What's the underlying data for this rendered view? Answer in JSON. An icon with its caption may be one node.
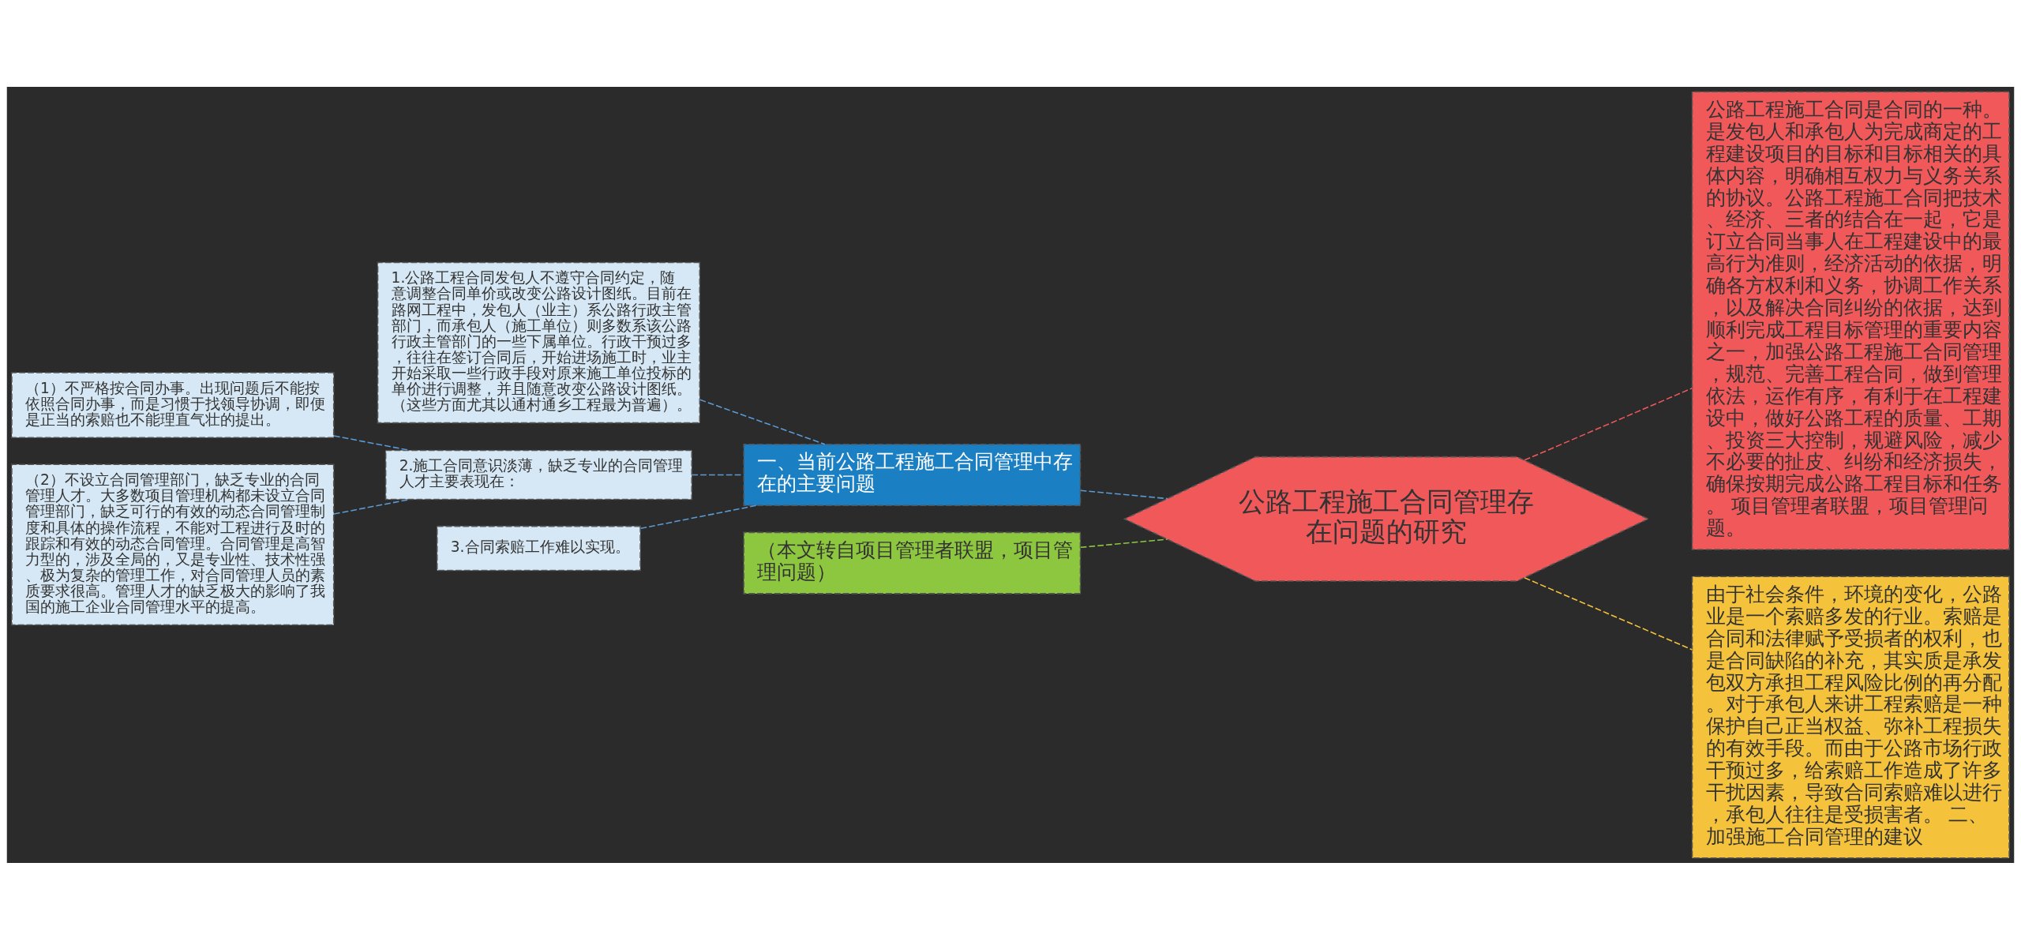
{
  "diagram": {
    "nodes": [
      {
        "text": [
          "公路工程施工合同管理存在问题的研究"
        ]
      },
      {
        "text": [
          "公路工程施工合同是合同的一种。是发包人和承包人为完成商定的工程建设项目的目标和目标相关的具体内容，明确相互权力与义务关系的协议。公路工程施工合同把技术、经济、三者的结合在一起，它是订立合同当事人在工程建设中的最高行为准则，经济活动的依据，明确各方权利和义务，协调工作关系，以及解决合同纠纷的依据，达到顺利完成工程目标管理的重要内容之一，加强公路工程施工合同管理，规范、完善工程合同，做到管理依法，运作有序，有利于在工程建设中，做好公路工程的质量、工期、投资三大控制，规避风险，减少不必要的扯皮、纠纷和经济损失，确保按期完成公路工程目标和任务。 项目管理者联盟，项目管理问题。"
        ]
      },
      {
        "text": [
          "由于社会条件，环境的变化，公路业是一个索赔多发的行业。索赔是合同和法律赋予受损者的权利，也是合同缺陷的补充，其实质是承发包双方承担工程风险比例的再分配。对于承包人来讲工程索赔是一种保护自己正当权益、弥补工程损失的有效手段。而由于公路市场行政干预过多，给索赔工作造成了许多干扰因素，导致合同索赔难以进行，承包人往往是受损害者。 二、加强施工合同管理的建议"
        ]
      },
      {
        "text": [
          "一、当前公路工程施工合同管理中存在的主要问题"
        ]
      },
      {
        "text": [
          "（本文转自项目管理者联盟，项目管理问题）"
        ]
      },
      {
        "text": [
          "1.公路工程合同发包人不遵守合同约定，随意调整合同单价或改变公路设计图纸。目前在路网工程中，发包人（业主）系公路行政主管部门，而承包人（施工单位）则多数系该公路行政主管部门的一些下属单位。行政干预过多，往往在签订合同后，开始进场施工时，业主开始采取一些行政手段对原来施工单位投标的单价进行调整，并且随意改变公路设计图纸。（这些方面尤其以通村通乡工程最为普遍）。"
        ]
      },
      {
        "text": [
          "2.施工合同意识淡薄，缺乏专业的合同管理人才主要表现在："
        ]
      },
      {
        "text": [
          "（1）不严格按合同办事。出现问题后不能按依照合同办事，而是习惯于找领导协调，即便是正当的索赔也不能理直气壮的提出。"
        ]
      },
      {
        "text": [
          "（2）不设立合同管理部门，缺乏专业的合同管理人才。大多数项目管理机构都未设立合同管理部门，缺乏可行的有效的动态合同管理制度和具体的操作流程，不能对工程进行及时的跟踪和有效的动态合同管理。合同管理是高智力型的，涉及全局的，又是专业性、技术性强、极为复杂的管理工作，对合同管理人员的素质要求很高。管理人才的缺乏极大的影响了我国的施工企业合同管理水平的提高。"
        ]
      },
      {
        "text": [
          "3.合同索赔工作难以实现。"
        ]
      }
    ],
    "edges": [
      {
        "from": 0,
        "to": 1,
        "arrow": "none",
        "style": "dashed",
        "color": "#f0585a"
      },
      {
        "from": 0,
        "to": 2,
        "arrow": "none",
        "style": "dashed",
        "color": "#f5c33b"
      },
      {
        "from": 0,
        "to": 3,
        "arrow": "none",
        "style": "dashed"
      },
      {
        "from": 0,
        "to": 4,
        "arrow": "none",
        "style": "dashed",
        "color": "#8dc63f"
      },
      {
        "from": 3,
        "to": 5,
        "arrow": "none",
        "style": "dashed"
      },
      {
        "from": 3,
        "to": 6,
        "arrow": "none",
        "style": "dashed"
      },
      {
        "from": 3,
        "to": 9,
        "arrow": "none",
        "style": "dashed"
      },
      {
        "from": 6,
        "to": 7,
        "arrow": "none",
        "style": "dashed"
      },
      {
        "from": 6,
        "to": 8,
        "arrow": "none",
        "style": "dashed"
      }
    ]
  }
}
